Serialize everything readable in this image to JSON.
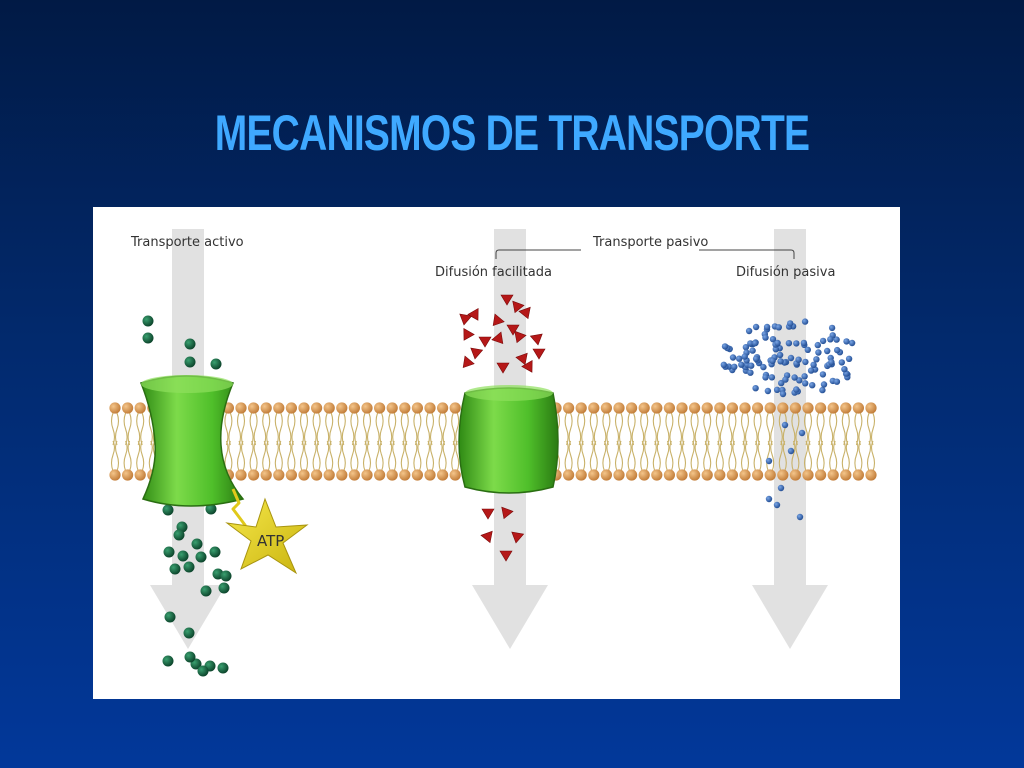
{
  "slide": {
    "title": "MECANISMOS DE TRANSPORTE"
  },
  "diagram": {
    "labels": {
      "active_transport": "Transporte activo",
      "passive_transport": "Transporte pasivo",
      "facilitated_diffusion": "Difusión facilitada",
      "passive_diffusion": "Difusión pasiva",
      "atp": "ATP"
    },
    "colors": {
      "background": "#022a6e",
      "title": "#3fa9ff",
      "arrow": "#dcdcdc",
      "protein": "#4fbf2a",
      "lipid_head": "#d99a55",
      "lipid_tail": "#c9b26a",
      "active_particle": "#0f5a3a",
      "facilitated_particle": "#b51818",
      "passive_particle": "#2f5fa8",
      "atp_star": "#e7d21f"
    },
    "icons": {
      "arrow": "down-arrow-icon",
      "atp": "star-icon"
    }
  }
}
